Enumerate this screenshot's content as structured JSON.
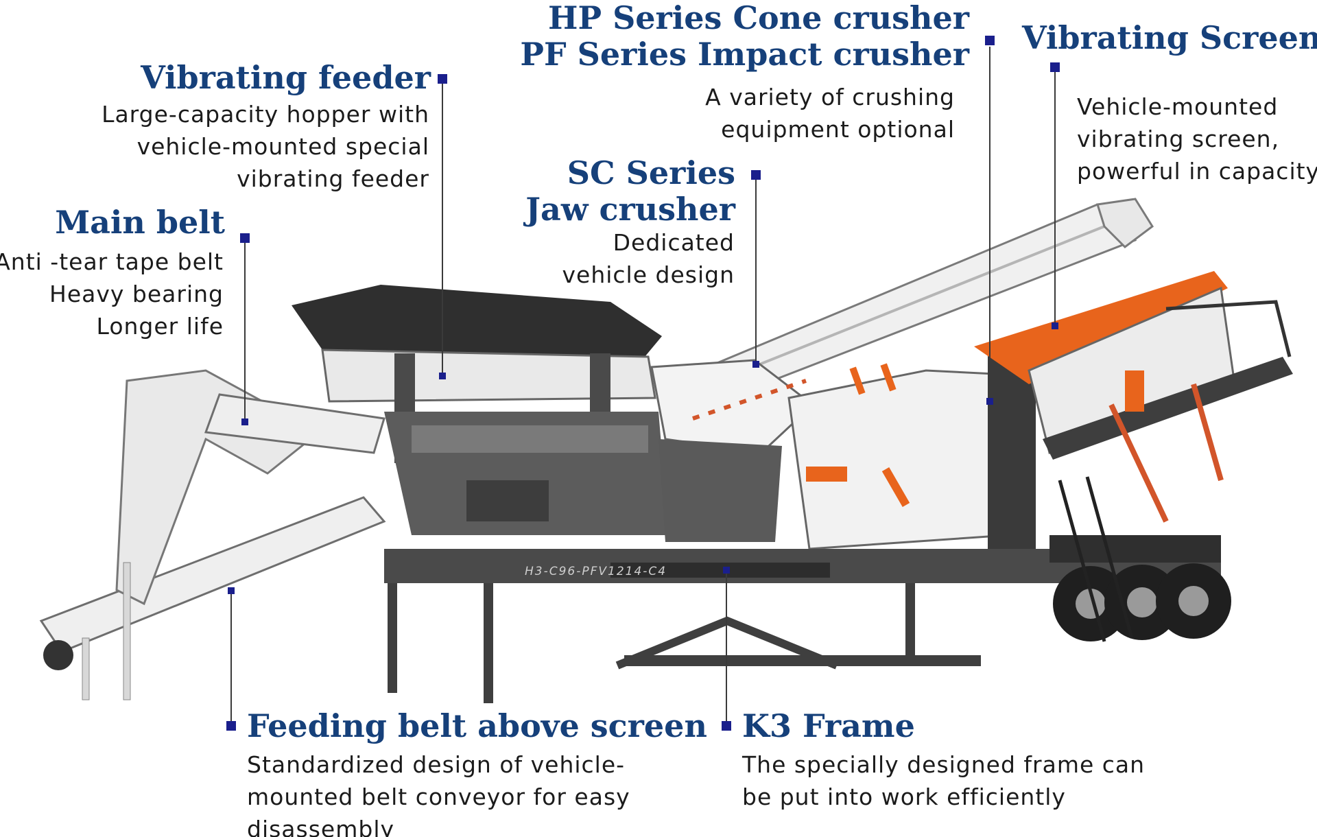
{
  "callouts": {
    "cone": {
      "title_lines": [
        "HP Series Cone crusher",
        "PF Series Impact crusher"
      ],
      "desc_lines": [
        "A variety of crushing",
        "equipment optional"
      ]
    },
    "screen": {
      "title": "Vibrating Screen",
      "desc_lines": [
        "Vehicle-mounted",
        "vibrating screen,",
        "powerful in capacity"
      ]
    },
    "feeder": {
      "title": "Vibrating feeder",
      "desc_lines": [
        "Large-capacity hopper with",
        "vehicle-mounted special",
        "vibrating feeder"
      ]
    },
    "jaw": {
      "title_lines": [
        "SC Series",
        "Jaw crusher"
      ],
      "desc_lines": [
        "Dedicated",
        "vehicle design"
      ]
    },
    "main_belt": {
      "title": "Main belt",
      "desc_lines": [
        "Anti -tear tape belt",
        "Heavy bearing",
        "Longer life"
      ]
    },
    "feeding_belt": {
      "title": "Feeding belt above screen",
      "desc_lines": [
        "Standardized design of vehicle-",
        "mounted belt conveyor for easy",
        "disassembly"
      ]
    },
    "frame": {
      "title": "K3 Frame",
      "desc_lines": [
        "The specially designed frame can",
        "be put into work efficiently"
      ]
    }
  },
  "machine": {
    "model_plate": "H3-C96-PFV1214-C4"
  },
  "colors": {
    "title": "#16407a",
    "marker": "#1a1f8c",
    "accent_orange": "#e8641c",
    "frame_dark": "#3a3a3a",
    "body_light": "#f2f2f2"
  }
}
